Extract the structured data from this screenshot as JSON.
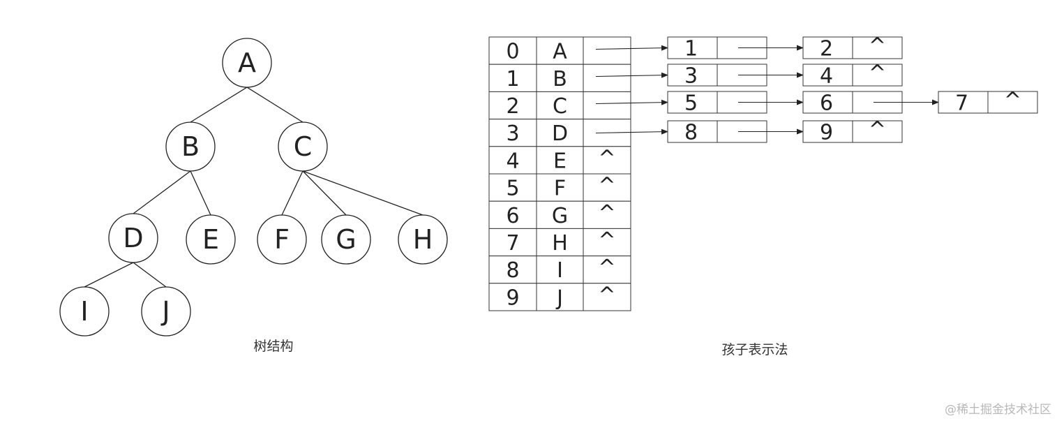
{
  "tree": {
    "caption": "树结构",
    "nodes": [
      "A",
      "B",
      "C",
      "D",
      "E",
      "F",
      "G",
      "H",
      "I",
      "J"
    ],
    "edges": [
      [
        "A",
        "B"
      ],
      [
        "A",
        "C"
      ],
      [
        "B",
        "D"
      ],
      [
        "B",
        "E"
      ],
      [
        "C",
        "F"
      ],
      [
        "C",
        "G"
      ],
      [
        "C",
        "H"
      ],
      [
        "D",
        "I"
      ],
      [
        "D",
        "J"
      ]
    ]
  },
  "child_list": {
    "caption": "孩子表示法",
    "null_marker": "^",
    "rows": [
      {
        "index": "0",
        "data": "A",
        "children": [
          "1",
          "2"
        ]
      },
      {
        "index": "1",
        "data": "B",
        "children": [
          "3",
          "4"
        ]
      },
      {
        "index": "2",
        "data": "C",
        "children": [
          "5",
          "6",
          "7"
        ]
      },
      {
        "index": "3",
        "data": "D",
        "children": [
          "8",
          "9"
        ]
      },
      {
        "index": "4",
        "data": "E",
        "children": []
      },
      {
        "index": "5",
        "data": "F",
        "children": []
      },
      {
        "index": "6",
        "data": "G",
        "children": []
      },
      {
        "index": "7",
        "data": "H",
        "children": []
      },
      {
        "index": "8",
        "data": "I",
        "children": []
      },
      {
        "index": "9",
        "data": "J",
        "children": []
      }
    ]
  },
  "watermark": "@稀土掘金技术社区"
}
